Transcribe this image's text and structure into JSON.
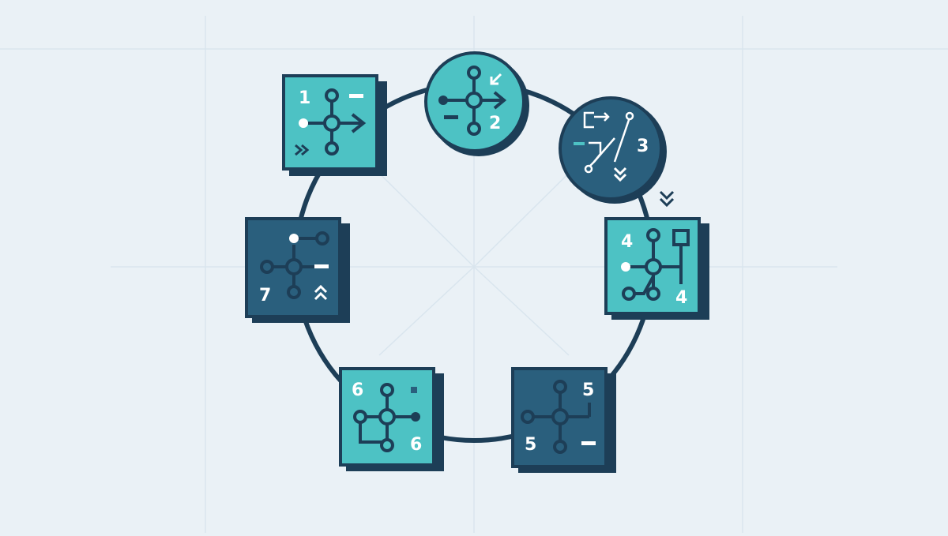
{
  "colors": {
    "background": "#eaf1f6",
    "grid": "#d9e5ee",
    "ring": "#1d3e57",
    "outline": "#1d3e57",
    "teal_fill": "#4dc2c4",
    "navy_fill": "#2a5f7d",
    "shadow": "#1d3e57",
    "white": "#ffffff",
    "cyan_accent": "#4dc2c4"
  },
  "nodes": [
    {
      "id": "1",
      "shape": "square",
      "style": "teal",
      "labels": [
        "1"
      ],
      "icon": "branch-arrow-right"
    },
    {
      "id": "2",
      "shape": "circle",
      "style": "teal",
      "labels": [
        "2"
      ],
      "icon": "branch-arrow-right"
    },
    {
      "id": "3",
      "shape": "circle",
      "style": "navy",
      "labels": [
        "3"
      ],
      "icon": "bracket-path"
    },
    {
      "id": "4",
      "shape": "square",
      "style": "teal",
      "labels": [
        "4",
        "4"
      ],
      "icon": "branch-bracket"
    },
    {
      "id": "5",
      "shape": "square",
      "style": "navy",
      "labels": [
        "5",
        "5"
      ],
      "icon": "branch-bracket"
    },
    {
      "id": "6",
      "shape": "square",
      "style": "teal",
      "labels": [
        "6",
        "6"
      ],
      "icon": "branch-bracket"
    },
    {
      "id": "7",
      "shape": "square",
      "style": "navy",
      "labels": [
        "7"
      ],
      "icon": "branch-chevron-up"
    }
  ],
  "decorations": [
    "double-chevron-down-icon"
  ]
}
